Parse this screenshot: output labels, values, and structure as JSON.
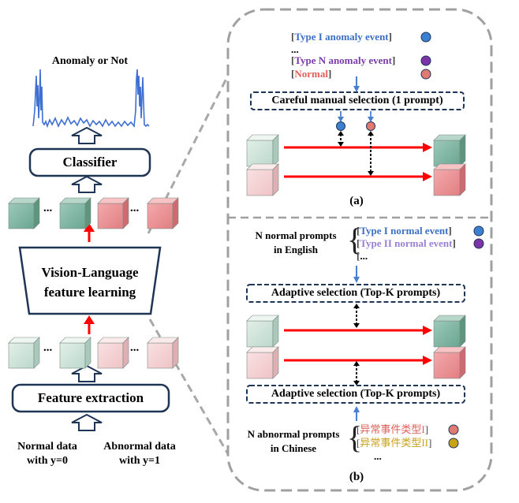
{
  "left": {
    "output_label": "Anomaly or Not",
    "classifier_label": "Classifier",
    "vl_label_line1": "Vision-Language",
    "vl_label_line2": "feature learning",
    "extract_label": "Feature extraction",
    "ellipsis": "...",
    "normal_data_line1": "Normal data",
    "normal_data_line2": "with y=0",
    "abnormal_data_line1": "Abnormal data",
    "abnormal_data_line2": "with y=1"
  },
  "panel_a": {
    "prompts": [
      {
        "text": "Type I anomaly event",
        "color": "#3b6fc4",
        "dot": "#3d7fd0"
      },
      {
        "text": "...",
        "color": "#000000"
      },
      {
        "text": "Type N anomaly event",
        "color": "#7a3aa8",
        "dot": "#7b35a8"
      },
      {
        "text": "Normal",
        "color": "#e0605a",
        "dot": "#e07a72"
      }
    ],
    "selection_label": "Careful manual selection (1 prompt)",
    "caption": "(a)"
  },
  "panel_b": {
    "english_title_line1": "N normal prompts",
    "english_title_line2": "in English",
    "english_prompts": [
      {
        "text": "Type I normal event",
        "color": "#3b6fc4",
        "dot": "#3d7fd0"
      },
      {
        "text": "Type II normal event",
        "color": "#9b7fd6",
        "dot": "#7b35a8"
      },
      {
        "text": "...",
        "color": "#000000"
      }
    ],
    "top_selection_label": "Adaptive selection (Top-K prompts)",
    "bottom_selection_label": "Adaptive selection (Top-K prompts)",
    "chinese_title_line1": "N abnormal prompts",
    "chinese_title_line2": "in Chinese",
    "chinese_prompts": [
      {
        "text": "异常事件类型I",
        "color": "#e0605a",
        "dot": "#e07a72"
      },
      {
        "text": "异常事件类型II",
        "color": "#c9a21a",
        "dot": "#c9a21a"
      },
      {
        "text": "...",
        "color": "#000000"
      }
    ],
    "caption": "(b)"
  },
  "colors": {
    "teal": "#7ab3a2",
    "teal_light": "#c9e0d6",
    "pink": "#ea8c8f",
    "pink_light": "#f3cfd1",
    "arrow_red": "#ff0000",
    "arrow_blue": "#4a7fd0",
    "box_border": "#1f3556",
    "dash_grey": "#9a9a9a",
    "signal_blue": "#3f6fd0"
  }
}
